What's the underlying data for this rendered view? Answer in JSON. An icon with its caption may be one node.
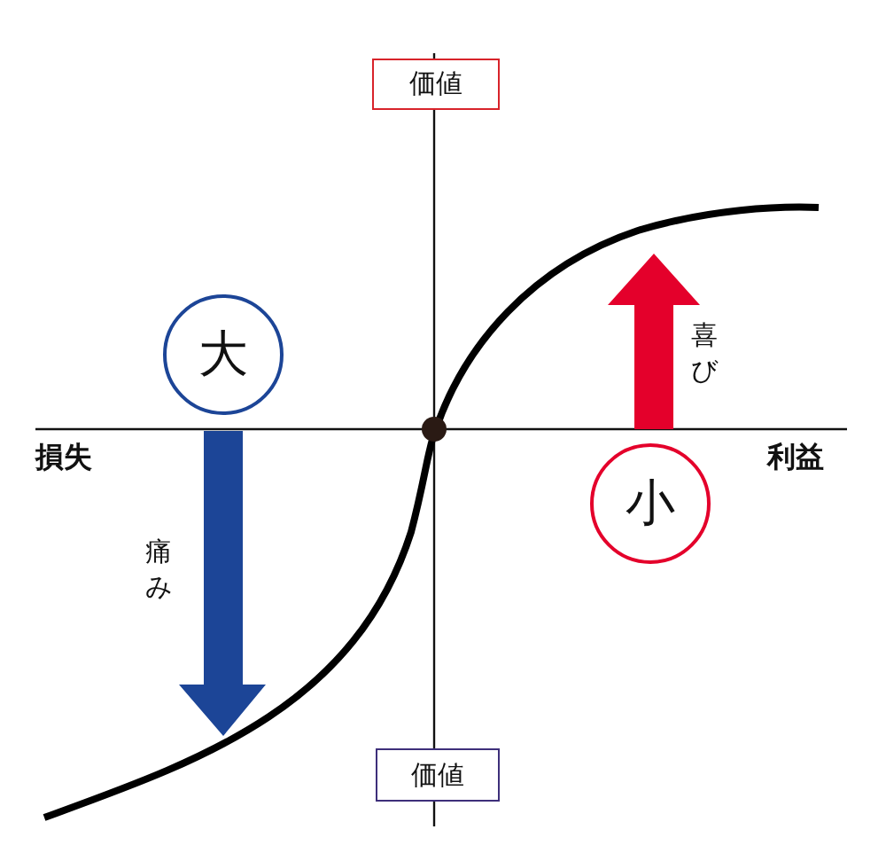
{
  "diagram": {
    "nodes": [
      {
        "text": [
          "価値"
        ]
      },
      {
        "text": [
          "大"
        ]
      },
      {
        "text": [
          "小"
        ]
      },
      {
        "text": [
          "価値"
        ]
      }
    ],
    "labels": [
      "喜び",
      "損失",
      "利益",
      "痛み"
    ]
  }
}
